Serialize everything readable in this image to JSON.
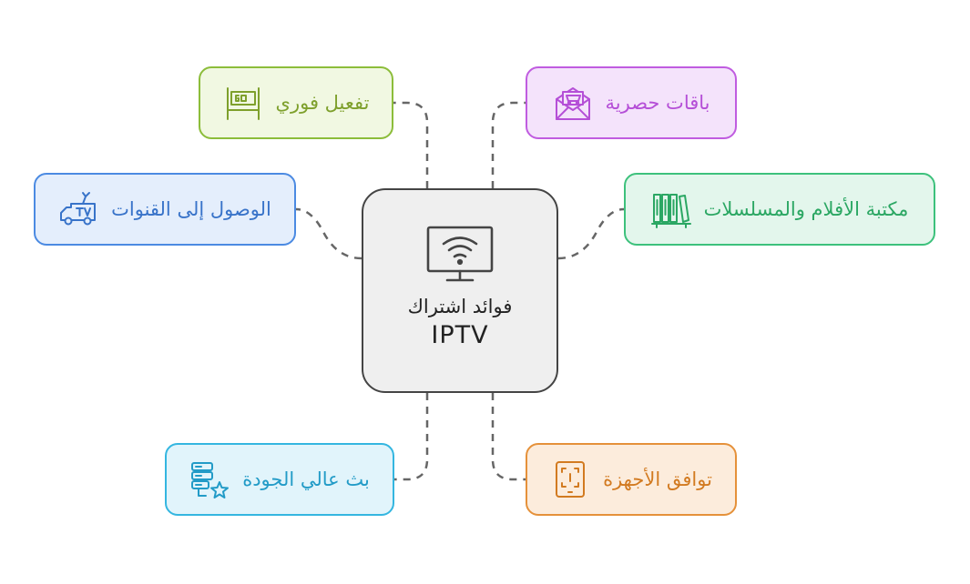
{
  "center": {
    "title_line1": "فوائد اشتراك",
    "title_line2": "IPTV",
    "icon": "wifi-tv-icon"
  },
  "benefits": [
    {
      "id": "packages",
      "label": "باقات حصرية",
      "icon": "envelope-cart-icon",
      "color": "#c05ce0"
    },
    {
      "id": "activation",
      "label": "تفعيل فوري",
      "icon": "go-sign-icon",
      "color": "#8cbd3a"
    },
    {
      "id": "library",
      "label": "مكتبة الأفلام والمسلسلات",
      "icon": "books-shelf-icon",
      "color": "#3dc17c"
    },
    {
      "id": "channels",
      "label": "الوصول إلى القنوات",
      "icon": "tv-truck-icon",
      "color": "#4b8ae2"
    },
    {
      "id": "hd",
      "label": "بث عالي الجودة",
      "icon": "server-star-icon",
      "color": "#34b6e0"
    },
    {
      "id": "devices",
      "label": "توافق الأجهزة",
      "icon": "device-scan-icon",
      "color": "#e5913a"
    }
  ]
}
